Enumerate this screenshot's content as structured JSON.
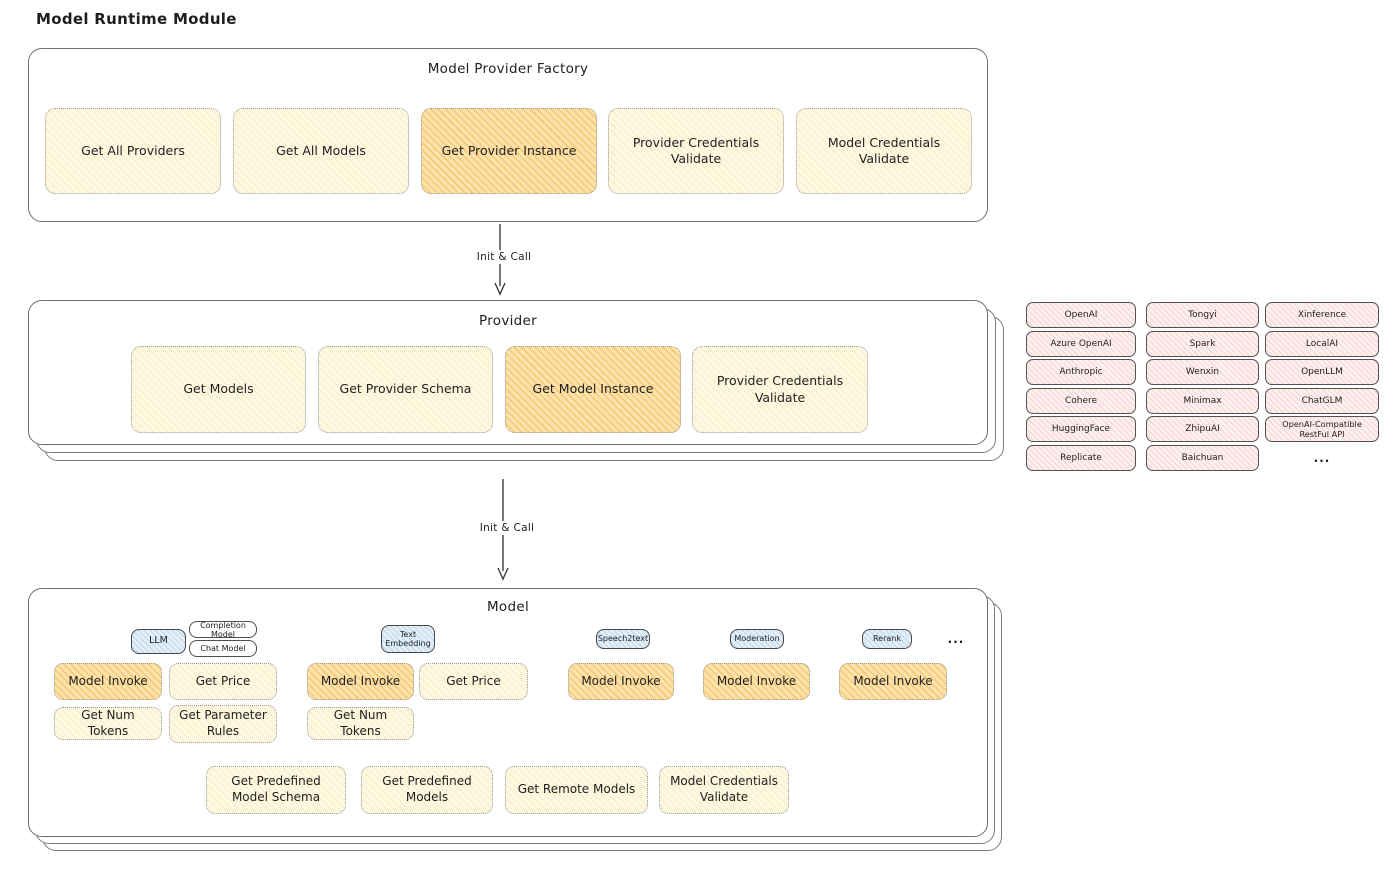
{
  "page_title": "Model Runtime Module",
  "factory": {
    "title": "Model Provider Factory",
    "buttons": [
      "Get All Providers",
      "Get All Models",
      "Get Provider Instance",
      "Provider Credentials Validate",
      "Model Credentials Validate"
    ]
  },
  "arrows": {
    "init_call_1": "Init & Call",
    "init_call_2": "Init & Call"
  },
  "provider": {
    "title": "Provider",
    "buttons": [
      "Get Models",
      "Get Provider Schema",
      "Get Model Instance",
      "Provider Credentials Validate"
    ]
  },
  "provider_list": {
    "col1": [
      "OpenAI",
      "Azure OpenAI",
      "Anthropic",
      "Cohere",
      "HuggingFace",
      "Replicate"
    ],
    "col2": [
      "Tongyi",
      "Spark",
      "Wenxin",
      "Minimax",
      "ZhipuAI",
      "Baichuan"
    ],
    "col3": [
      "Xinference",
      "LocalAI",
      "OpenLLM",
      "ChatGLM",
      "OpenAI-Compatible RestFul API"
    ],
    "more": "..."
  },
  "model": {
    "title": "Model",
    "type_badges": {
      "llm": "LLM",
      "completion": "Completion Model",
      "chat": "Chat Model",
      "text_embedding": "Text Embedding",
      "speech2text": "Speech2text",
      "moderation": "Moderation",
      "rerank": "Rerank",
      "more": "..."
    },
    "llm_buttons": [
      "Model Invoke",
      "Get Price",
      "Get Num Tokens",
      "Get Parameter Rules"
    ],
    "embedding_buttons": [
      "Model Invoke",
      "Get Price",
      "Get Num Tokens"
    ],
    "speech2text_buttons": [
      "Model Invoke"
    ],
    "moderation_buttons": [
      "Model Invoke"
    ],
    "rerank_buttons": [
      "Model Invoke"
    ],
    "bottom_buttons": [
      "Get Predefined Model Schema",
      "Get Predefined Models",
      "Get Remote Models",
      "Model Credentials Validate"
    ]
  },
  "colors": {
    "node_cream": "#fdf8e2",
    "node_highlight": "#fce3ac",
    "provider_chip_pink": "#fdf0ef",
    "type_badge_blue": "#e2eef8",
    "box_border_gray": "#6e6e6e"
  }
}
